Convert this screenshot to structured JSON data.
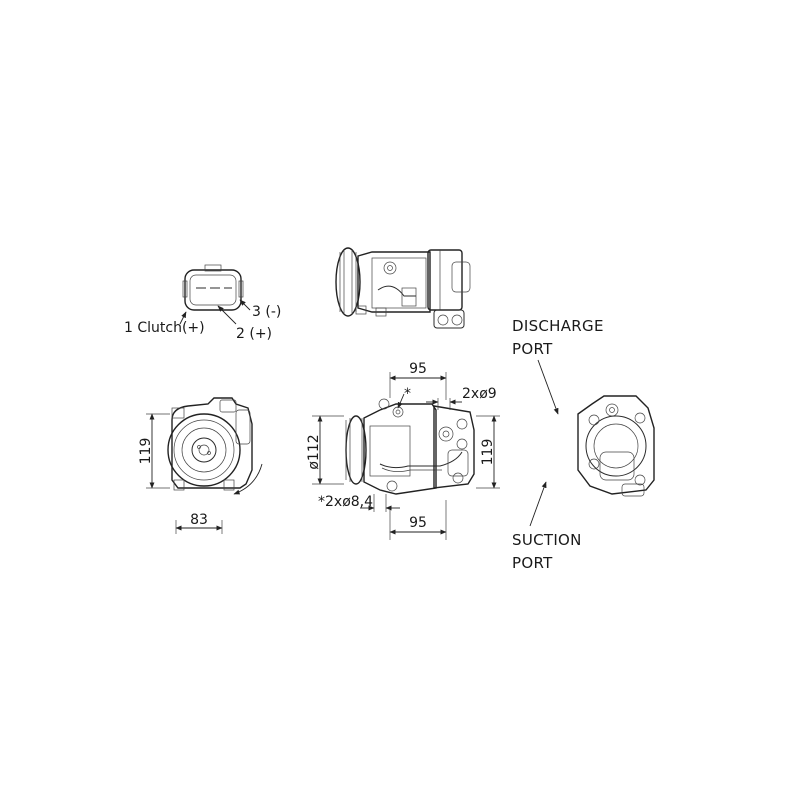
{
  "connector": {
    "pin1": "1 Clutch(+)",
    "pin2": "2 (+)",
    "pin3": "3 (-)"
  },
  "dimensions": {
    "width_top": "95",
    "holes_top": "2xø9",
    "asterisk": "*",
    "diameter_pulley": "ø112",
    "height_middle": "119",
    "height_left": "119",
    "width_left": "83",
    "holes_bottom": "*2xø8,4",
    "width_bottom": "95"
  },
  "ports": {
    "discharge_line1": "DISCHARGE",
    "discharge_line2": "PORT",
    "suction_line1": "SUCTION",
    "suction_line2": "PORT"
  }
}
